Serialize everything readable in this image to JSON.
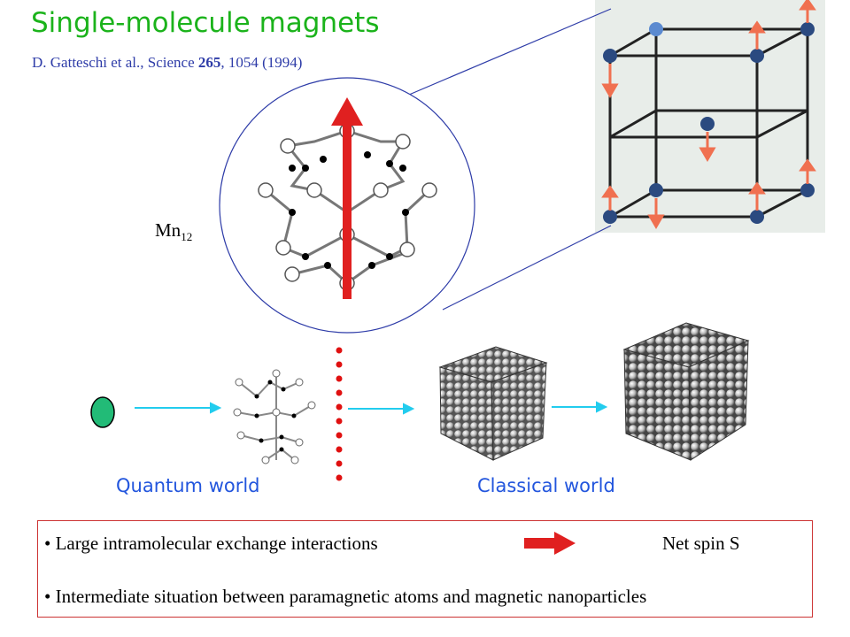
{
  "header": {
    "title": "Single-molecule magnets",
    "citation_authors": "D. Gatteschi et al., Science ",
    "citation_volume": "265",
    "citation_pages": ", 1054 (1994)"
  },
  "molecule_label": {
    "text": "Mn",
    "subscript": "12"
  },
  "worlds": {
    "quantum": "Quantum world",
    "classical": "Classical world"
  },
  "bullets": {
    "first": "• Large intramolecular exchange interactions",
    "first_result": "Net spin S",
    "second": "• Intermediate situation between paramagnetic atoms and magnetic nanoparticles"
  },
  "colors": {
    "title": "#1bb31b",
    "citation": "#2e3ca8",
    "spin_arrow": "#e02020",
    "flow_arrow": "#22ccee",
    "atom": "#22bb77",
    "world_label": "#2255dd",
    "box_border": "#cc3333"
  }
}
